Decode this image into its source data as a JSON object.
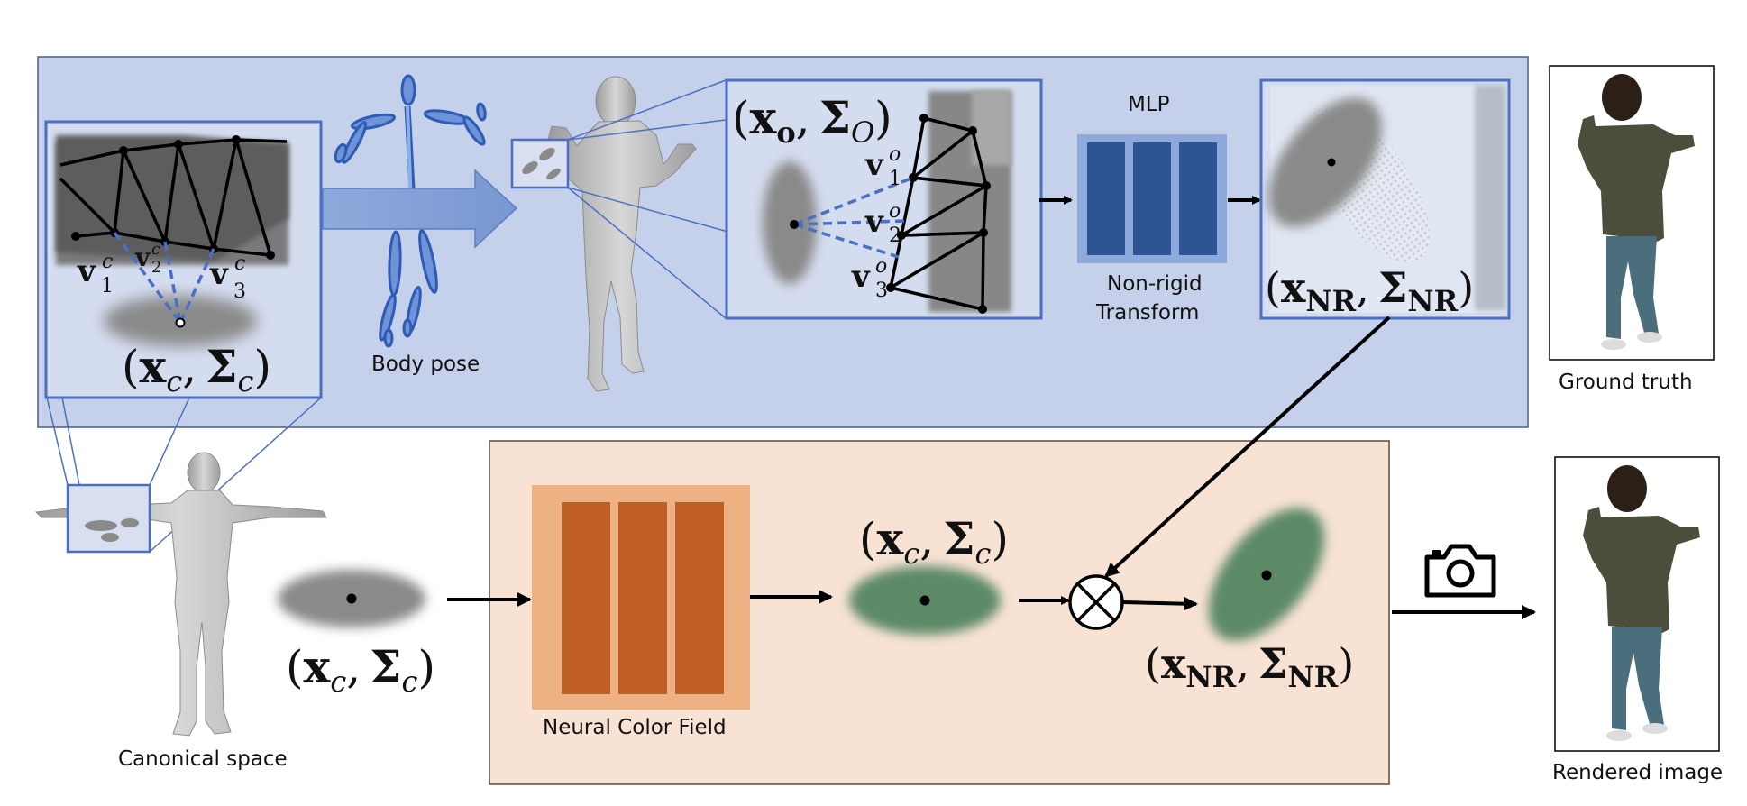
{
  "labels": {
    "body_pose": "Body pose",
    "mlp": "MLP",
    "non_rigid_line1": "Non-rigid",
    "non_rigid_line2": "Transform",
    "ground_truth": "Ground truth",
    "canonical_space": "Canonical space",
    "neural_color_field": "Neural Color Field",
    "rendered_image": "Rendered image"
  },
  "math": {
    "x": "x",
    "sigma": "Σ",
    "comma": ",",
    "lparen": "(",
    "rparen": ")",
    "sub_c": "c",
    "sub_o": "o",
    "sub_O": "O",
    "sub_nr": "NR",
    "v": "v",
    "sup_c": "c",
    "sup_o": "o",
    "one": "1",
    "two": "2",
    "three": "3"
  },
  "colors": {
    "blue_panel": "#c5d1ea",
    "blue_border": "#4a6fc4",
    "orange_panel": "#f7e2d3",
    "orange_dark": "#c05e28",
    "orange_light": "#edb184",
    "mlp_dark": "#2f5496",
    "mlp_light": "#8eaadc",
    "gaussian_gray": "#8a8a8a",
    "gaussian_green": "#5c8a66"
  },
  "icons": [
    "camera-icon",
    "multiply-circle-icon",
    "skeleton-icon",
    "arrow-icon"
  ]
}
